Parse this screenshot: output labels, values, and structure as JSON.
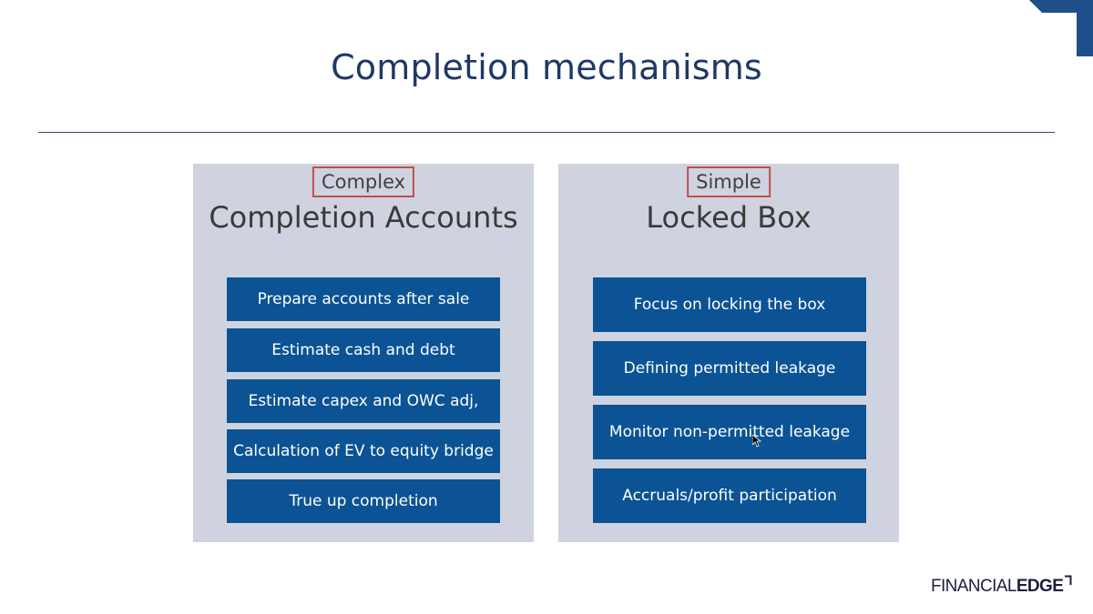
{
  "slide": {
    "title": "Completion mechanisms",
    "accent_color": "#0b5394",
    "highlight_color": "#c0504d"
  },
  "panels": [
    {
      "tag": "Complex",
      "title": "Completion Accounts",
      "items": [
        "Prepare accounts after sale",
        "Estimate cash and debt",
        "Estimate capex and OWC adj,",
        "Calculation of EV to equity bridge",
        "True up completion"
      ]
    },
    {
      "tag": "Simple",
      "title": "Locked Box",
      "items": [
        "Focus on locking the box",
        "Defining permitted leakage",
        "Monitor non-permitted leakage",
        "Accruals/profit participation"
      ]
    }
  ],
  "logo": {
    "part1": "FINANCIAL",
    "part2": "EDGE"
  }
}
